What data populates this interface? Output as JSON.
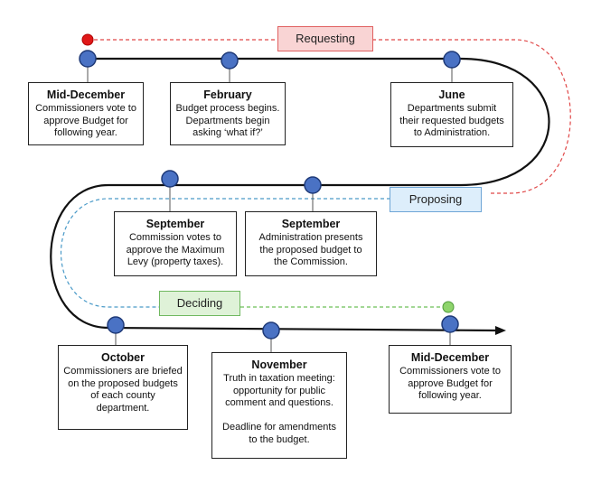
{
  "phases": {
    "requesting": {
      "label": "Requesting",
      "fill": "#f9d4d4",
      "border": "#e06060",
      "line": "#e04848"
    },
    "proposing": {
      "label": "Proposing",
      "fill": "#ddeefb",
      "border": "#6fa6d6",
      "line": "#4a9ac8"
    },
    "deciding": {
      "label": "Deciding",
      "fill": "#dff2d8",
      "border": "#70b860",
      "line": "#6cbf58"
    }
  },
  "colors": {
    "track": "#111111",
    "node_fill": "#4a72c4",
    "node_stroke": "#1f3a78",
    "start_dot": "#e01818",
    "end_dot": "#8ed46c"
  },
  "events": [
    {
      "title": "Mid-December",
      "desc": "Commissioners vote to\napprove Budget for\nfollowing year."
    },
    {
      "title": "February",
      "desc": "Budget process begins.\nDepartments begin\nasking ‘what if?’"
    },
    {
      "title": "June",
      "desc": "Departments submit\ntheir requested budgets\nto Administration."
    },
    {
      "title": "September",
      "desc": "Commission votes to\napprove the Maximum\nLevy (property taxes)."
    },
    {
      "title": "September",
      "desc": "Administration presents\nthe proposed budget to\nthe Commission."
    },
    {
      "title": "October",
      "desc": "Commissioners are briefed\non the proposed budgets\nof each county\ndepartment."
    },
    {
      "title": "November",
      "desc": "Truth in taxation meeting:\nopportunity for public\ncomment and questions.\n\nDeadline for amendments\nto the budget."
    },
    {
      "title": "Mid-December",
      "desc": "Commissioners vote to\napprove Budget for\nfollowing year."
    }
  ]
}
